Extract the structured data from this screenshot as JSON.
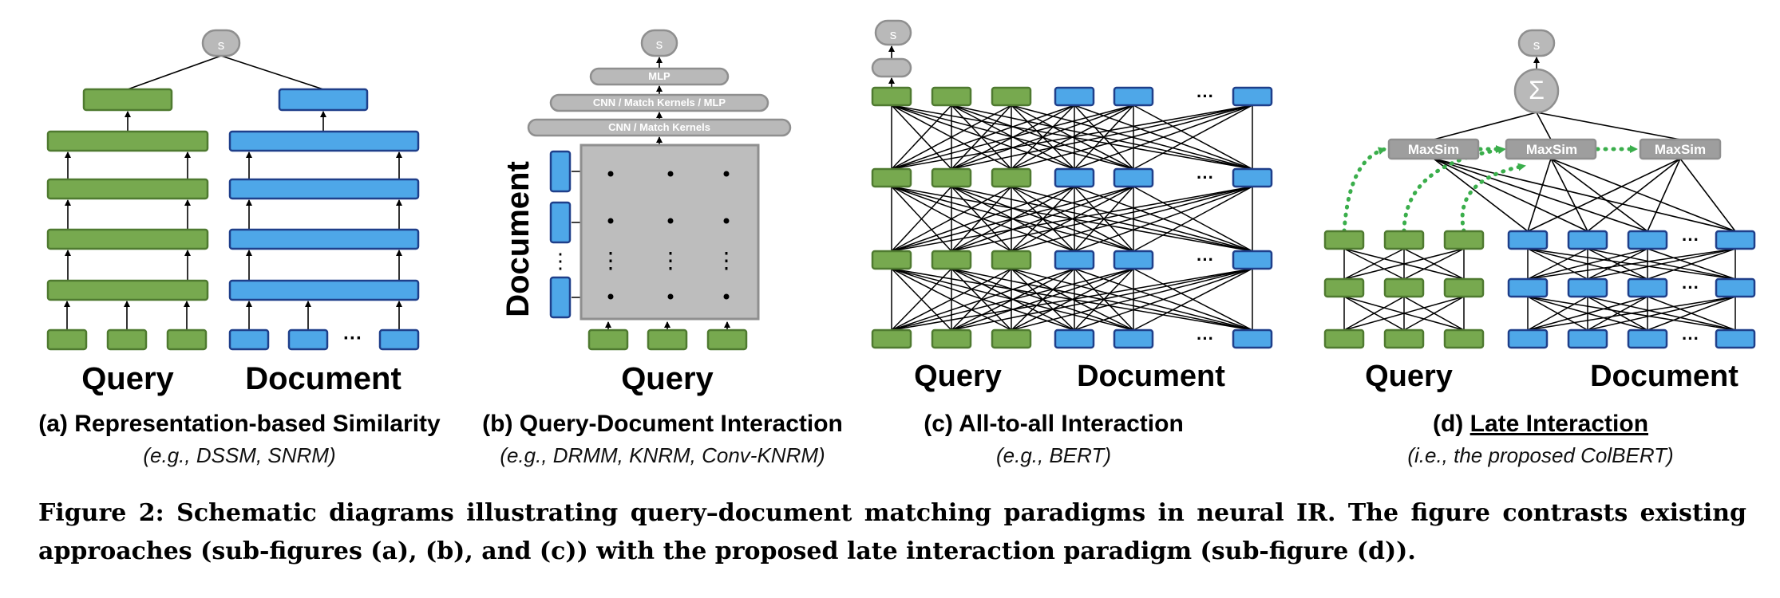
{
  "panels": {
    "a": {
      "query_label": "Query",
      "document_label": "Document",
      "score_label": "s",
      "dots": "···",
      "caption_letter": "(a)",
      "caption_title": "Representation-based Similarity",
      "caption_sub": "(e.g., DSSM, SNRM)"
    },
    "b": {
      "query_label": "Query",
      "document_label": "Document",
      "score_label": "s",
      "layer_top": "MLP",
      "layer_mid": "CNN / Match Kernels / MLP",
      "layer_bottom": "CNN / Match Kernels",
      "vdots": "⋮",
      "caption_letter": "(b)",
      "caption_title": "Query-Document Interaction",
      "caption_sub": "(e.g., DRMM, KNRM, Conv-KNRM)"
    },
    "c": {
      "query_label": "Query",
      "document_label": "Document",
      "score_label": "s",
      "dots": "···",
      "caption_letter": "(c)",
      "caption_title": "All-to-all Interaction",
      "caption_sub": "(e.g., BERT)"
    },
    "d": {
      "query_label": "Query",
      "document_label": "Document",
      "score_label": "s",
      "sum_symbol": "Σ",
      "maxsim_label": "MaxSim",
      "dots": "···",
      "caption_letter": "(d)",
      "caption_title": "Late Interaction",
      "caption_sub": "(i.e., the proposed ColBERT)"
    }
  },
  "figure_caption": "Figure 2: Schematic diagrams illustrating query–document matching paradigms in neural IR. The figure contrasts existing approaches (sub-figures (a), (b), and (c)) with the proposed late interaction paradigm (sub-figure (d)).",
  "colors": {
    "query": "#77a94f",
    "query_border": "#4f7a30",
    "document": "#4ea7e8",
    "document_border": "#1f3f8a",
    "gray": "#b9b9b9",
    "gray_border": "#8f8f8f",
    "matrix": "#bdbdbd",
    "maxsim": "#9e9e9e",
    "dotted_green": "#3aae4b"
  }
}
